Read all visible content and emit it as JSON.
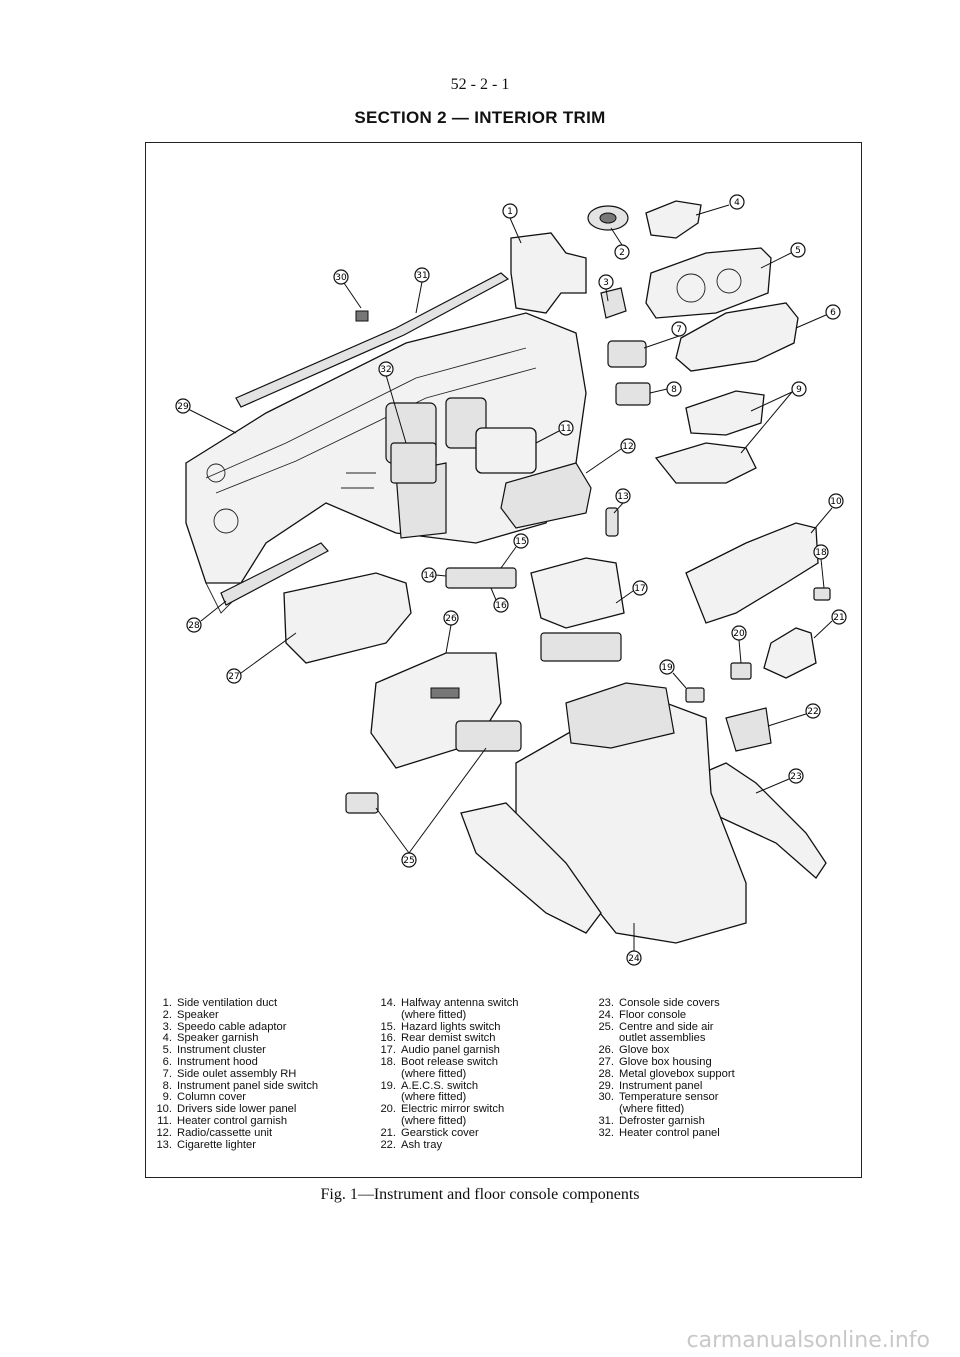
{
  "header": {
    "page_number": "52 - 2 - 1",
    "title": "SECTION 2 — INTERIOR TRIM"
  },
  "figure": {
    "caption": "Fig. 1—Instrument and floor console components",
    "callouts": [
      "1",
      "2",
      "3",
      "4",
      "5",
      "6",
      "7",
      "8",
      "9",
      "10",
      "11",
      "12",
      "13",
      "14",
      "15",
      "16",
      "17",
      "18",
      "19",
      "20",
      "21",
      "22",
      "23",
      "24",
      "25",
      "26",
      "27",
      "28",
      "29",
      "30",
      "31",
      "32"
    ]
  },
  "legend": {
    "col1": [
      {
        "n": "1.",
        "t": "Side ventilation duct"
      },
      {
        "n": "2.",
        "t": "Speaker"
      },
      {
        "n": "3.",
        "t": "Speedo cable adaptor"
      },
      {
        "n": "4.",
        "t": "Speaker garnish"
      },
      {
        "n": "5.",
        "t": "Instrument cluster"
      },
      {
        "n": "6.",
        "t": "Instrument hood"
      },
      {
        "n": "7.",
        "t": "Side oulet assembly RH"
      },
      {
        "n": "8.",
        "t": "Instrument panel side switch"
      },
      {
        "n": "9.",
        "t": "Column cover"
      },
      {
        "n": "10.",
        "t": "Drivers side lower panel"
      },
      {
        "n": "11.",
        "t": "Heater control garnish"
      },
      {
        "n": "12.",
        "t": "Radio/cassette unit"
      },
      {
        "n": "13.",
        "t": "Cigarette lighter"
      }
    ],
    "col2": [
      {
        "n": "14.",
        "t": "Halfway antenna switch"
      },
      {
        "n": "",
        "t": "(where fitted)"
      },
      {
        "n": "15.",
        "t": "Hazard lights switch"
      },
      {
        "n": "16.",
        "t": "Rear demist switch"
      },
      {
        "n": "17.",
        "t": "Audio panel garnish"
      },
      {
        "n": "18.",
        "t": "Boot release switch"
      },
      {
        "n": "",
        "t": "(where fitted)"
      },
      {
        "n": "19.",
        "t": "A.E.C.S. switch"
      },
      {
        "n": "",
        "t": "(where fitted)"
      },
      {
        "n": "20.",
        "t": "Electric mirror switch"
      },
      {
        "n": "",
        "t": "(where fitted)"
      },
      {
        "n": "21.",
        "t": "Gearstick cover"
      },
      {
        "n": "22.",
        "t": "Ash tray"
      }
    ],
    "col3": [
      {
        "n": "23.",
        "t": "Console side covers"
      },
      {
        "n": "24.",
        "t": "Floor console"
      },
      {
        "n": "25.",
        "t": "Centre and side air"
      },
      {
        "n": "",
        "t": "outlet assemblies"
      },
      {
        "n": "26.",
        "t": "Glove box"
      },
      {
        "n": "27.",
        "t": "Glove box housing"
      },
      {
        "n": "28.",
        "t": "Metal glovebox support"
      },
      {
        "n": "29.",
        "t": "Instrument panel"
      },
      {
        "n": "30.",
        "t": "Temperature sensor"
      },
      {
        "n": "",
        "t": "(where fitted)"
      },
      {
        "n": "31.",
        "t": "Defroster garnish"
      },
      {
        "n": "32.",
        "t": "Heater control panel"
      }
    ]
  },
  "watermark": "carmanualsonline.info"
}
